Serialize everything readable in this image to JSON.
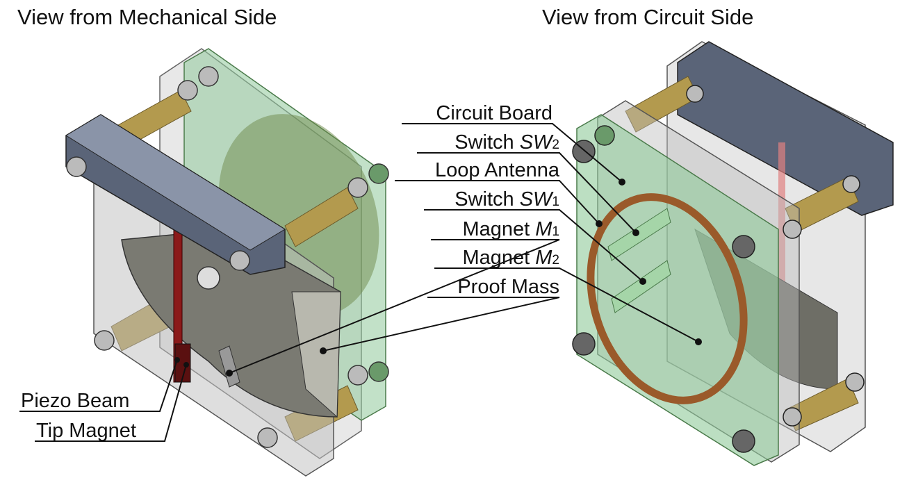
{
  "titles": {
    "left": "View from Mechanical Side",
    "right": "View from Circuit Side"
  },
  "labels": {
    "circuit_board": "Circuit Board",
    "switch_sw2": {
      "text": "Switch ",
      "sym": "SW",
      "sub": "2"
    },
    "loop_antenna": "Loop Antenna",
    "switch_sw1": {
      "text": "Switch ",
      "sym": "SW",
      "sub": "1"
    },
    "magnet_m1": {
      "text": "Magnet ",
      "sym": "M",
      "sub": "1"
    },
    "magnet_m2": {
      "text": "Magnet ",
      "sym": "M",
      "sub": "2"
    },
    "proof_mass": "Proof Mass",
    "piezo_beam": "Piezo Beam",
    "tip_magnet": "Tip Magnet"
  },
  "colors": {
    "green_board": "#8fc99a",
    "clear_plate": "#c8c8c8",
    "bar": "#5a6478",
    "spacer": "#b39a4e",
    "antenna": "#9a5a2a",
    "piezo": "#8b1a1a"
  }
}
